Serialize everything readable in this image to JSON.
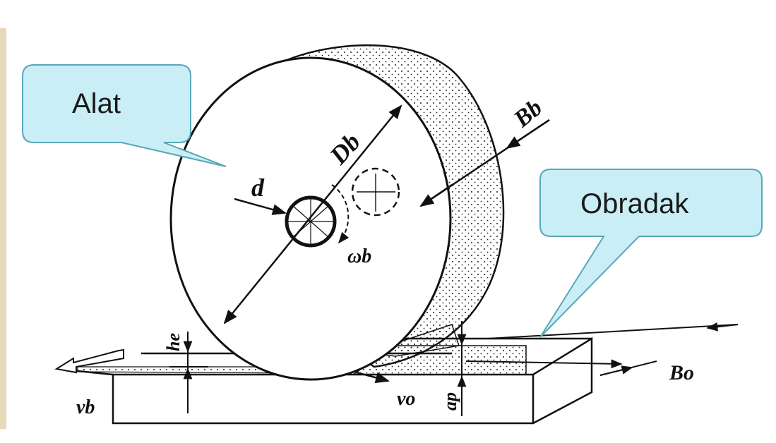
{
  "callouts": {
    "tool": "Alat",
    "workpiece": "Obradak"
  },
  "symbols": {
    "wheel_diameter": "Db",
    "bore_diameter": "d",
    "wheel_width": "Bb",
    "angular_velocity": "ωb",
    "chip_thickness": "he",
    "depth_of_cut": "ap",
    "wheel_velocity": "vb",
    "work_velocity": "vo",
    "work_width": "Bo"
  },
  "colors": {
    "callout_fill": "#c9eef5",
    "callout_stroke": "#5aa7b8",
    "line": "#111111",
    "left_edge_bar": "#e8d9b8"
  }
}
